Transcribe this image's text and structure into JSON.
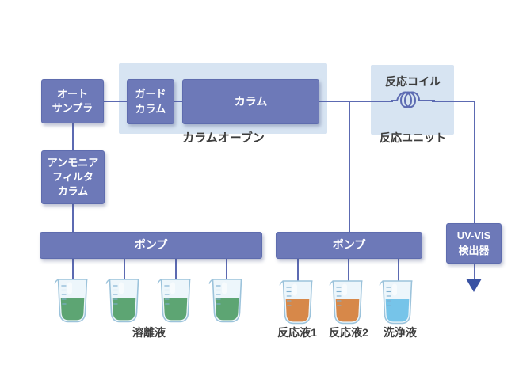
{
  "colors": {
    "background": "#ffffff",
    "box": "#6d79b8",
    "box_border": "#5e6cae",
    "box_text": "#ffffff",
    "panel": "#d7e4f2",
    "line": "#5c6ab2",
    "arrow": "#3952a3",
    "label_text": "#3d3d3d",
    "beaker_glass": "#edf6fb",
    "beaker_outline": "#9cc3db"
  },
  "boxes": {
    "autosampler": "オート\nサンプラ",
    "guard_column": "ガード\nカラム",
    "column": "カラム",
    "ammonia_filter": "アンモニア\nフィルタ\nカラム",
    "pump_left": "ポンプ",
    "pump_right": "ポンプ",
    "uv_vis_detector": "UV-VIS\n検出器"
  },
  "labels": {
    "column_oven": "カラムオーブン",
    "reaction_coil": "反応コイル",
    "reaction_unit": "反応ユニット",
    "eluent": "溶離液",
    "reagent1": "反応液1",
    "reagent2": "反応液2",
    "wash": "洗浄液"
  },
  "beakers": {
    "eluent": {
      "colors": [
        "#55a06c",
        "#55a06c",
        "#55a06c",
        "#55a06c"
      ]
    },
    "reagents": {
      "colors": [
        "#d6823f",
        "#d6823f",
        "#70c1e8"
      ]
    }
  }
}
